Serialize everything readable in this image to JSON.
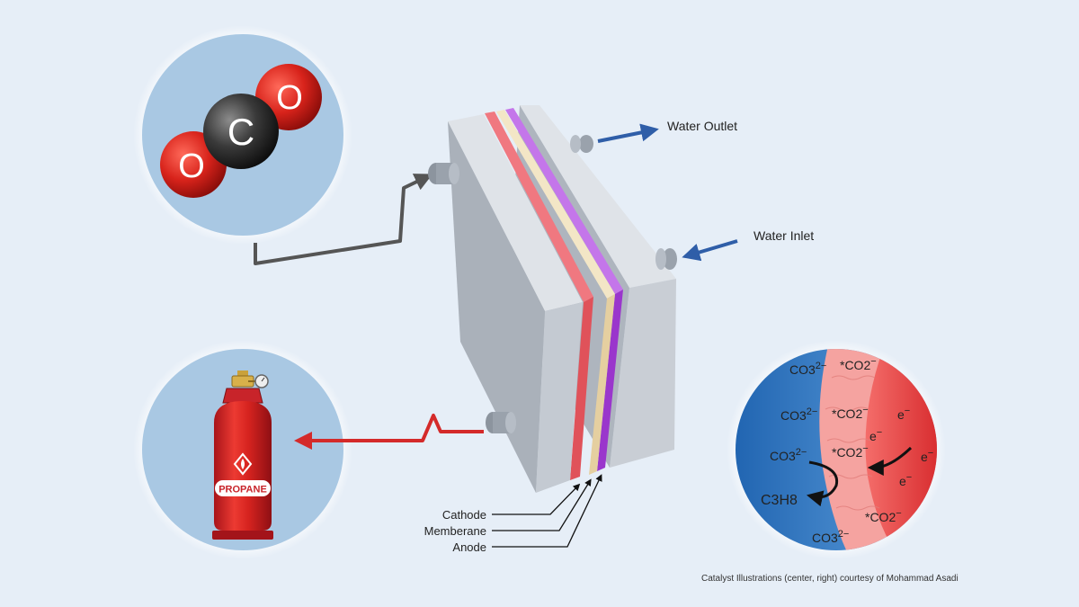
{
  "co2_molecule": {
    "atoms": [
      "O",
      "C",
      "O"
    ]
  },
  "cell": {
    "labels": {
      "water_outlet": "Water Outlet",
      "water_inlet": "Water Inlet",
      "cathode": "Cathode",
      "membrane": "Memberane",
      "anode": "Anode"
    }
  },
  "tank": {
    "label": "PROPANE"
  },
  "catalyst": {
    "species": {
      "carbonate": "CO3",
      "carbonate_charge": "2−",
      "adsorbed_co2": "*CO2",
      "adsorbed_charge": "−",
      "electron": "e",
      "electron_charge": "−",
      "product": "C3H8"
    }
  },
  "credit": "Catalyst Illustrations (center, right) courtesy of Mohammad Asadi",
  "colors": {
    "background": "#e6eef7",
    "circle_fill": "#a9c8e3",
    "cathode": "#e0525a",
    "membrane": "#ecd9b0",
    "anode": "#a23fd1",
    "plate": "#bcc3cc",
    "propane_red": "#d42a2a",
    "water_arrow": "#2f5ea8"
  }
}
